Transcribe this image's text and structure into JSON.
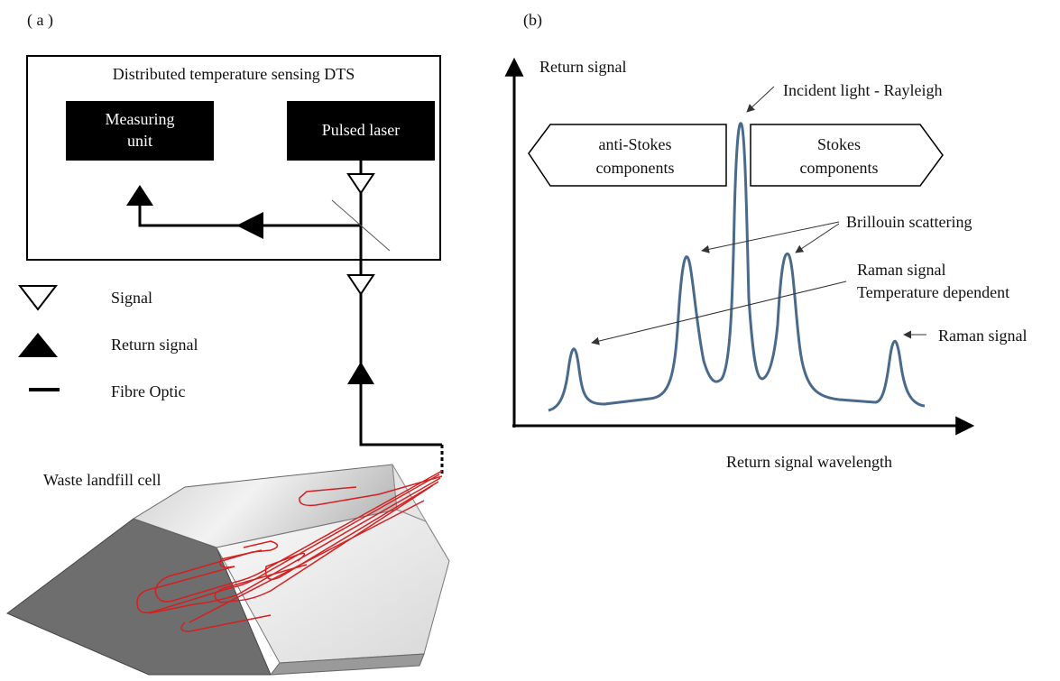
{
  "panel_a": {
    "label": "( a )",
    "dts_box_title": "Distributed temperature sensing DTS",
    "measuring_unit_line1": "Measuring",
    "measuring_unit_line2": "unit",
    "pulsed_laser": "Pulsed laser",
    "legend": {
      "signal": "Signal",
      "return_signal": "Return signal",
      "fibre_optic": "Fibre Optic"
    },
    "landfill_label": "Waste landfill cell"
  },
  "panel_b": {
    "label": "(b)",
    "y_axis_label": "Return signal",
    "x_axis_label": "Return signal wavelength",
    "anti_stokes_line1": "anti-Stokes",
    "anti_stokes_line2": "components",
    "stokes_line1": "Stokes",
    "stokes_line2": "components",
    "annotations": {
      "rayleigh": "Incident light - Rayleigh",
      "brillouin": "Brillouin scattering",
      "raman_td_line1": "Raman signal",
      "raman_td_line2": "Temperature dependent",
      "raman": "Raman signal"
    }
  },
  "colors": {
    "curve": "#4a6a8c",
    "fibre_in_landfill": "#d42020",
    "landfill_dark": "#7a7a7a"
  }
}
